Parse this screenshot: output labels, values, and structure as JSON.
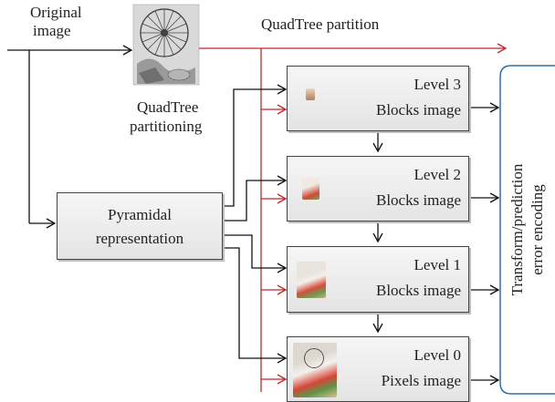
{
  "labels": {
    "original_line1": "Original",
    "original_line2": "image",
    "quadtree_partition": "QuadTree partition",
    "qt_partitioning_line1": "QuadTree",
    "qt_partitioning_line2": "partitioning",
    "pyramidal_line1": "Pyramidal",
    "pyramidal_line2": "representation",
    "encoder_line1": "Transform/prediction",
    "encoder_line2": "error encoding"
  },
  "levels": [
    {
      "title": "Level 3",
      "subtitle": "Blocks image"
    },
    {
      "title": "Level 2",
      "subtitle": "Blocks image"
    },
    {
      "title": "Level 1",
      "subtitle": "Blocks image"
    },
    {
      "title": "Level 0",
      "subtitle": "Pixels image"
    }
  ],
  "colors": {
    "red_arrow": "#c0282d",
    "black_arrow": "#111111",
    "encoder_border": "#2e6fa8"
  }
}
